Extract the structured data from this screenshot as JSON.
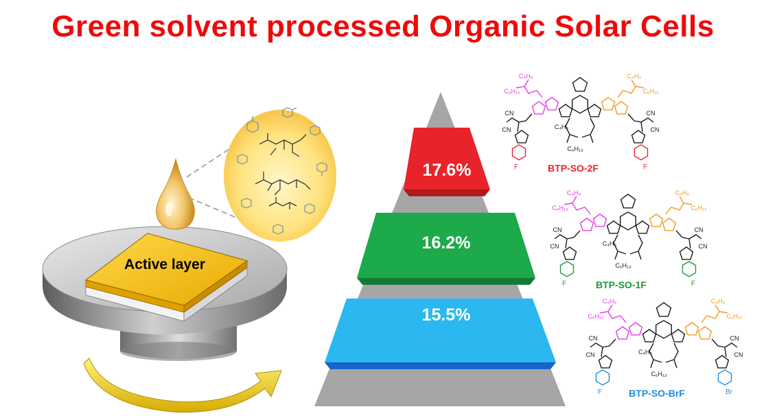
{
  "title": "Green solvent processed Organic Solar Cells",
  "device": {
    "active_layer_label": "Active layer"
  },
  "pyramid": {
    "tiers": [
      {
        "value": "17.6%",
        "color": "#e8232a",
        "shade": "#b3181c"
      },
      {
        "value": "16.2%",
        "color": "#1caa4a",
        "shade": "#137a34"
      },
      {
        "value": "15.5%",
        "color": "#2bb7f0",
        "shade": "#1565c8"
      }
    ]
  },
  "molecules": [
    {
      "name": "BTP-SO-2F",
      "color": "#e8232a",
      "side_chain_left_top": "C₄H₉",
      "side_chain_left": "C₆H₁₃",
      "side_chain_right_top": "C₄H₉",
      "side_chain_right": "C₆H₁₃",
      "core_chain": "C₄H₉",
      "core_chain_2": "C₆H₁₃",
      "end_group": "CN",
      "substituent_1": "F",
      "substituent_2": "F"
    },
    {
      "name": "BTP-SO-1F",
      "color": "#1a9a3e",
      "side_chain_left_top": "C₄H₉",
      "side_chain_left": "C₆H₁₃",
      "side_chain_right_top": "C₄H₉",
      "side_chain_right": "C₆H₁₃",
      "core_chain": "C₄H₉",
      "core_chain_2": "C₆H₁₃",
      "end_group": "CN",
      "substituent_1": "F",
      "substituent_2": "F"
    },
    {
      "name": "BTP-SO-BrF",
      "color": "#1a8fe0",
      "side_chain_left_top": "C₄H₉",
      "side_chain_left": "C₆H₁₃",
      "side_chain_right_top": "C₄H₉",
      "side_chain_right": "C₆H₁₃",
      "core_chain": "C₄H₉",
      "core_chain_2": "C₆H₁₃",
      "end_group": "CN",
      "substituent_1": "F",
      "substituent_2": "Br"
    }
  ]
}
